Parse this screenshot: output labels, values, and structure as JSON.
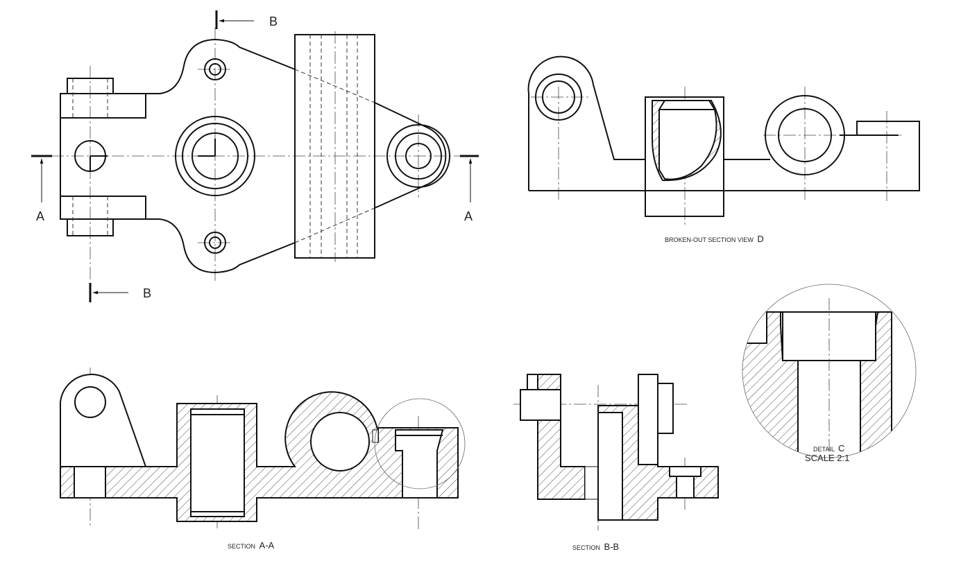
{
  "title": "Part drawing – views and sections",
  "labels": {
    "cut_b_top": "B",
    "cut_b_bottom": "B",
    "cut_a_left": "A",
    "cut_a_right": "A",
    "view_d_prefix": "BROKEN-OUT SECTION VIEW",
    "view_d_letter": "D",
    "detail_c_prefix": "DETAIL",
    "detail_c_letter": "C",
    "detail_c_scale": "SCALE 2:1",
    "section_aa_prefix": "SECTION",
    "section_aa_letters": "A-A",
    "section_bb_prefix": "SECTION",
    "section_bb_letters": "B-B"
  },
  "colors": {
    "line": "#111111",
    "background": "#ffffff"
  }
}
